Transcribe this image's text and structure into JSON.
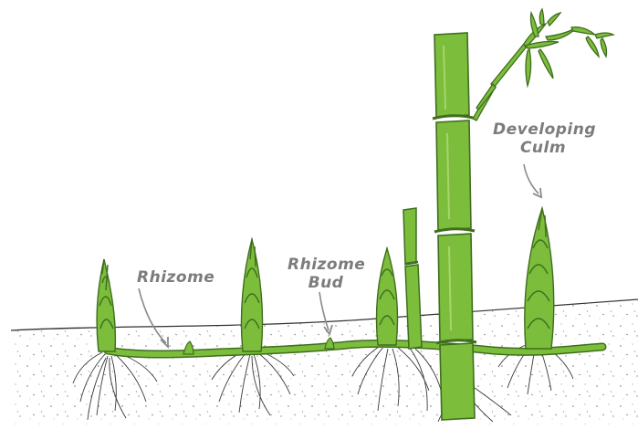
{
  "labels": {
    "rhizome": "Rhizome",
    "rhizome_bud_line1": "Rhizome",
    "rhizome_bud_line2": "Bud",
    "developing_culm_line1": "Developing",
    "developing_culm_line2": "Culm"
  },
  "colors": {
    "plant_green": "#7cbd3c",
    "plant_dark": "#3f6e1d",
    "soil_line": "#333333",
    "arrow_gray": "#8a8a8a",
    "label_gray": "#7c7c7c"
  }
}
